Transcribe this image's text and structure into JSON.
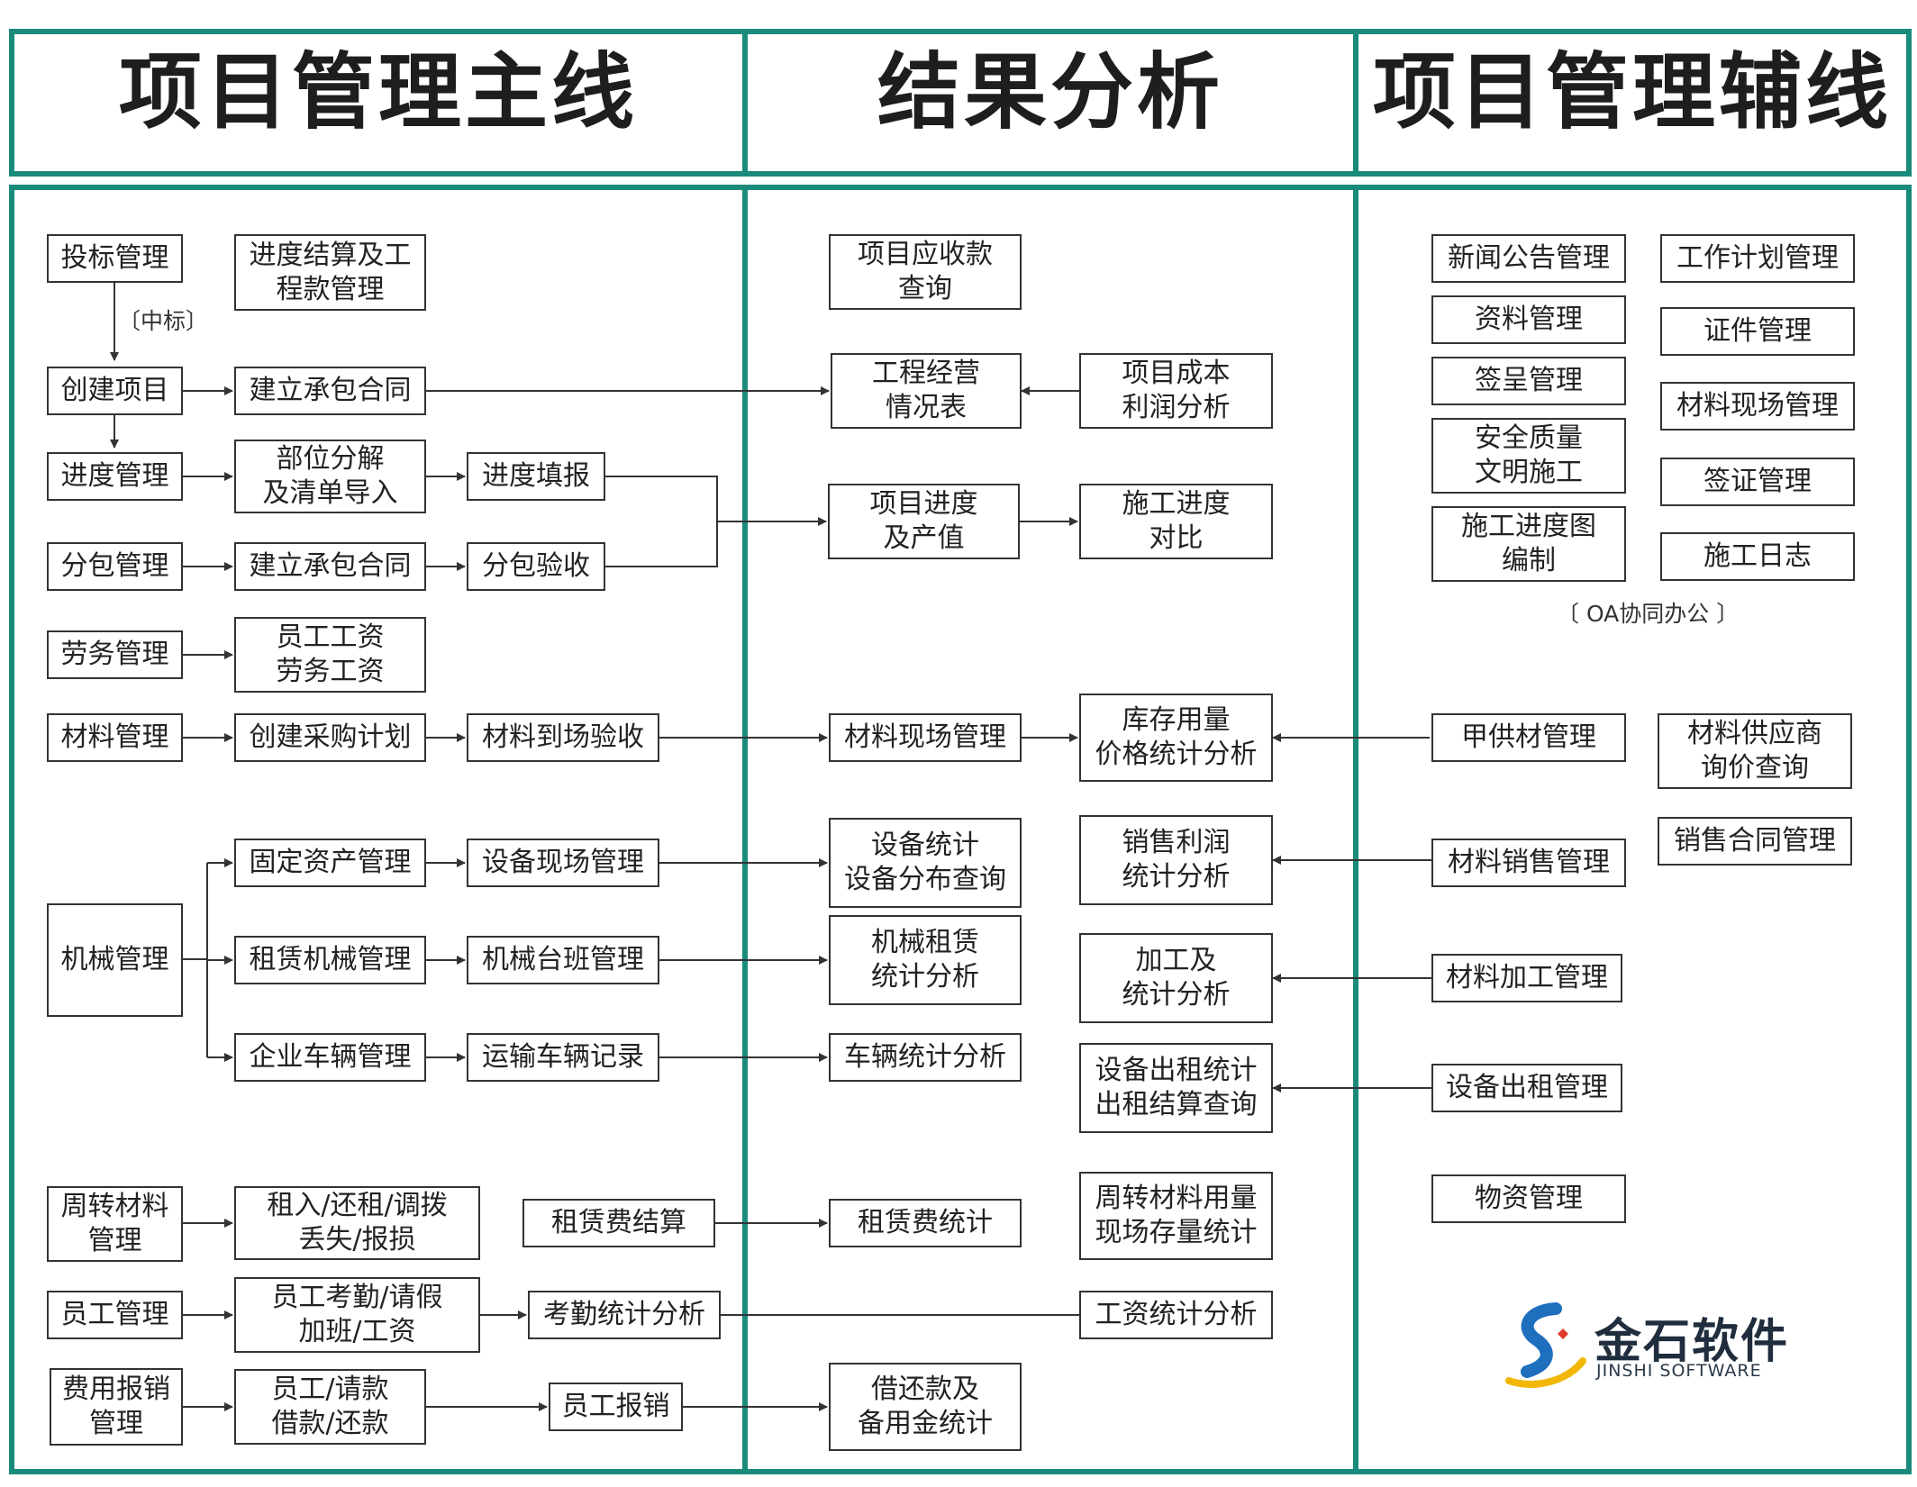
{
  "colors": {
    "frame": "#1a8a7a",
    "line": "#333333",
    "logo_blue": "#1f6fbf",
    "logo_gold": "#f2b705"
  },
  "headers": {
    "main": "项目管理主线",
    "analysis": "结果分析",
    "aux": "项目管理辅线"
  },
  "main": {
    "bid": "投标管理",
    "progress_settle": "进度结算及工\n程款管理",
    "win_label": "〔中标〕",
    "create_project": "创建项目",
    "contract1": "建立承包合同",
    "progress_mgmt": "进度管理",
    "decompose": "部位分解\n及清单导入",
    "progress_fill": "进度填报",
    "subcontract": "分包管理",
    "contract2": "建立承包合同",
    "sub_accept": "分包验收",
    "labor": "劳务管理",
    "wages": "员工工资\n劳务工资",
    "material": "材料管理",
    "purchase_plan": "创建采购计划",
    "material_accept": "材料到场验收",
    "machinery": "机械管理",
    "fixed_assets": "固定资产管理",
    "equip_site": "设备现场管理",
    "lease_machine": "租赁机械管理",
    "machine_shift": "机械台班管理",
    "vehicle": "企业车辆管理",
    "transport": "运输车辆记录",
    "turnover": "周转材料\n管理",
    "rent_ops": "租入/还租/调拨\n丢失/报损",
    "lease_settle": "租赁费结算",
    "staff": "员工管理",
    "attendance": "员工考勤/请假\n加班/工资",
    "attendance_stats": "考勤统计分析",
    "expense": "费用报销\n管理",
    "expense_items": "员工/请款\n借款/还款",
    "reimburse": "员工报销"
  },
  "analysis": {
    "receivable": "项目应收款\n查询",
    "operations": "工程经营\n情况表",
    "cost_profit": "项目成本\n利润分析",
    "progress_output": "项目进度\n及产值",
    "progress_compare": "施工进度\n对比",
    "material_site": "材料现场管理",
    "inventory": "库存用量\n价格统计分析",
    "equip_stats": "设备统计\n设备分布查询",
    "sales_profit": "销售利润\n统计分析",
    "lease_stats": "机械租赁\n统计分析",
    "processing": "加工及\n统计分析",
    "vehicle_stats": "车辆统计分析",
    "rental_out": "设备出租统计\n出租结算查询",
    "turnover_stats": "周转材料用量\n现场存量统计",
    "lease_fee": "租赁费统计",
    "wage_stats": "工资统计分析",
    "loan_stats": "借还款及\n备用金统计"
  },
  "aux": {
    "news": "新闻公告管理",
    "work_plan": "工作计划管理",
    "documents": "资料管理",
    "certificates": "证件管理",
    "submission": "签呈管理",
    "material_site": "材料现场管理",
    "safety": "安全质量\n文明施工",
    "visa": "签证管理",
    "schedule_chart": "施工进度图\n编制",
    "construction_log": "施工日志",
    "oa_label": "〔 OA协同办公 〕",
    "owner_supply": "甲供材管理",
    "supplier_inquiry": "材料供应商\n询价查询",
    "sales_contract": "销售合同管理",
    "material_sales": "材料销售管理",
    "material_process": "材料加工管理",
    "equip_rental": "设备出租管理",
    "goods": "物资管理"
  },
  "logo": {
    "name": "金石软件",
    "subtitle": "JINSHI SOFTWARE"
  }
}
